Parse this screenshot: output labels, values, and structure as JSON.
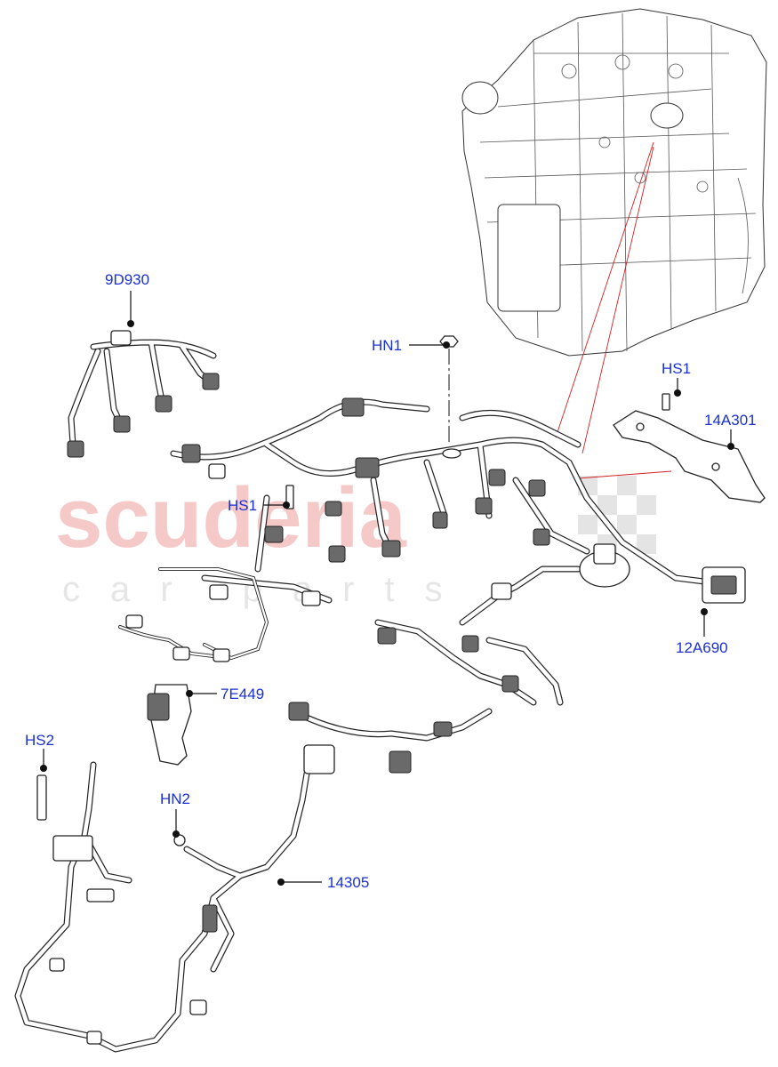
{
  "watermark": {
    "brand": "scuderia",
    "sub": "car parts"
  },
  "callouts": {
    "c_9d930": "9D930",
    "c_hn1": "HN1",
    "c_hs1_top": "HS1",
    "c_14a301": "14A301",
    "c_hs1_left": "HS1",
    "c_12a690": "12A690",
    "c_7e449": "7E449",
    "c_hs2": "HS2",
    "c_hn2": "HN2",
    "c_14305": "14305"
  },
  "colors": {
    "callout_text": "#1a2fd6",
    "watermark_brand": "#f6c9c9",
    "watermark_sub": "#e6e6e6",
    "reference_line": "#d42020"
  }
}
